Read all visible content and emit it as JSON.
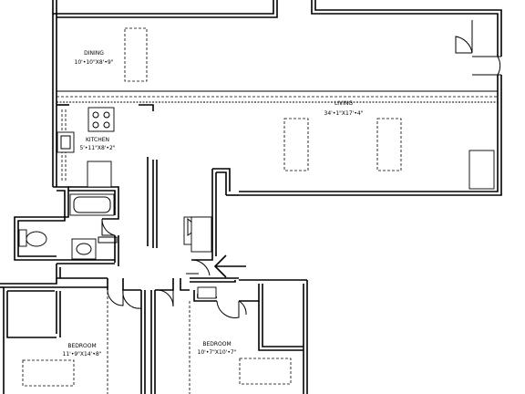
{
  "rooms": {
    "dining": {
      "name": "DINING",
      "size": "10'•10\"X8'•9\""
    },
    "living": {
      "name": "LIVING",
      "size": "34'•1\"X17'•4\""
    },
    "kitchen": {
      "name": "KITCHEN",
      "size": "5'•11\"X8'•2\""
    },
    "bedroom_1": {
      "name": "BEDROOM",
      "size": "11'•9\"X14'•8\""
    },
    "bedroom_2": {
      "name": "BEDROOM",
      "size": "10'•7\"X10'•7\""
    }
  },
  "icons": {
    "entry": "arrow-left-icon"
  }
}
